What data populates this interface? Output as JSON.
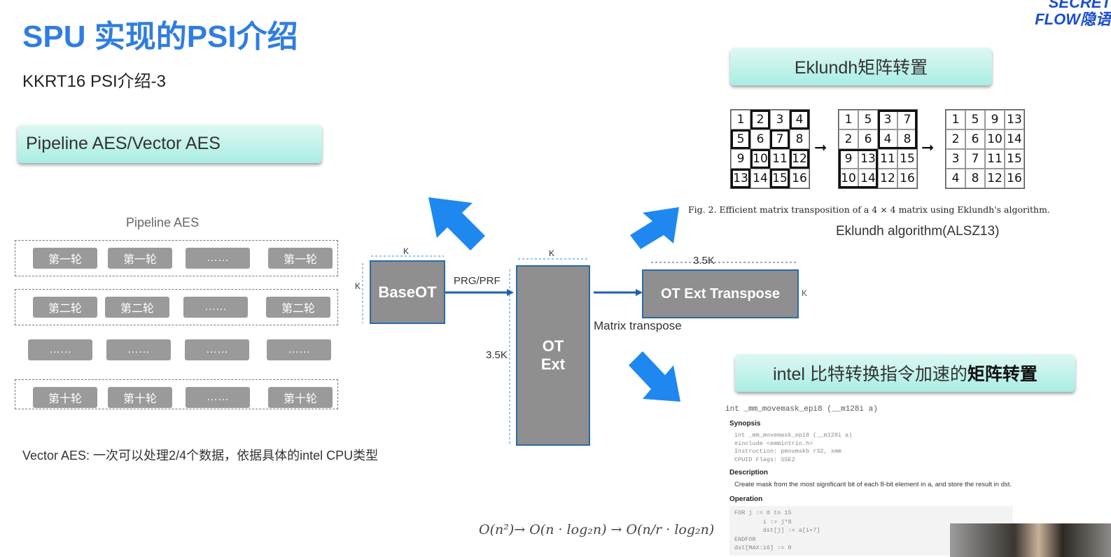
{
  "slide": {
    "title": "SPU 实现的PSI介绍",
    "subtitle": "KKRT16 PSI介绍-3"
  },
  "logo": {
    "line1": "SECRET",
    "line2": "FLOW隐语"
  },
  "pipeline": {
    "banner": "Pipeline AES/Vector AES",
    "label": "Pipeline AES",
    "rows": [
      [
        "第一轮",
        "第一轮",
        "……",
        "第一轮"
      ],
      [
        "第二轮",
        "第二轮",
        "……",
        "第二轮"
      ],
      [
        "……",
        "……",
        "……",
        "……"
      ],
      [
        "第十轮",
        "第十轮",
        "……",
        "第十轮"
      ]
    ],
    "vector_note": "Vector AES: 一次可以处理2/4个数据，依据具体的intel CPU类型"
  },
  "diagram": {
    "baseot": "BaseOT",
    "baseot_w": "K",
    "baseot_h": "K",
    "prg": "PRG/PRF",
    "otext_l1": "OT",
    "otext_l2": "Ext",
    "otext_w": "K",
    "otext_h": "3.5K",
    "transpose": "OT Ext Transpose",
    "transpose_w": "3.5K",
    "transpose_h": "K",
    "matrix_transpose": "Matrix transpose",
    "complexity": "O(n²)→ O(n · log₂n) → O(n/r · log₂n)"
  },
  "eklundh": {
    "banner": "Eklundh矩阵转置",
    "m1": [
      "1",
      "2",
      "3",
      "4",
      "5",
      "6",
      "7",
      "8",
      "9",
      "10",
      "11",
      "12",
      "13",
      "14",
      "15",
      "16"
    ],
    "m2": [
      "1",
      "5",
      "3",
      "7",
      "2",
      "6",
      "4",
      "8",
      "9",
      "13",
      "11",
      "15",
      "10",
      "14",
      "12",
      "16"
    ],
    "m3": [
      "1",
      "5",
      "9",
      "13",
      "2",
      "6",
      "10",
      "14",
      "3",
      "7",
      "11",
      "15",
      "4",
      "8",
      "12",
      "16"
    ],
    "caption": "Fig. 2. Efficient matrix transposition of a 4 × 4 matrix using Eklundh's algorithm.",
    "ref": "Eklundh algorithm(ALSZ13)"
  },
  "intel": {
    "banner_a": "intel 比特转换指令加速的",
    "banner_b": "矩阵转置",
    "signature": "int _mm_movemask_epi8 (__m128i a)",
    "synopsis_h": "Synopsis",
    "synopsis": [
      "int _mm_movemask_epi8 (__m128i a)",
      "#include <emmintrin.h>",
      "Instruction: pmovmskb r32, xmm",
      "CPUID Flags: SSE2"
    ],
    "description_h": "Description",
    "description": "Create mask from the most significant bit of each 8-bit element in a, and store the result in dst.",
    "operation_h": "Operation",
    "operation": [
      "FOR j := 0 to 15",
      "        i := j*8",
      "        dst[j] := a[i+7]",
      "ENDFOR",
      "dst[MAX:16] := 0"
    ]
  },
  "colors": {
    "title": "#2f7de1",
    "arrow": "#1e88f0",
    "box": "#8f8f8f"
  }
}
